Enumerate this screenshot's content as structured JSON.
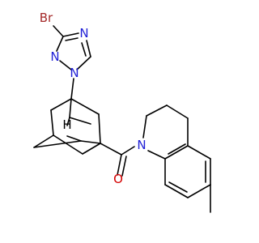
{
  "molecule": {
    "colors": {
      "bond": "#000000",
      "carbon": "#000000",
      "nitrogen": "#1f1fd6",
      "oxygen": "#d40000",
      "bromine": "#a52a2a",
      "hydrogen": "#000000",
      "background": "#ffffff"
    },
    "atoms": [
      {
        "id": "Br",
        "label": "Br",
        "color_key": "bromine"
      },
      {
        "id": "N_a",
        "label": "N",
        "color_key": "nitrogen"
      },
      {
        "id": "N_b",
        "label": "N",
        "color_key": "nitrogen"
      },
      {
        "id": "N_c",
        "label": "N",
        "color_key": "nitrogen"
      },
      {
        "id": "H_ad",
        "label": "H",
        "color_key": "hydrogen"
      },
      {
        "id": "O",
        "label": "O",
        "color_key": "oxygen"
      },
      {
        "id": "N_q",
        "label": "N",
        "color_key": "nitrogen"
      }
    ]
  }
}
